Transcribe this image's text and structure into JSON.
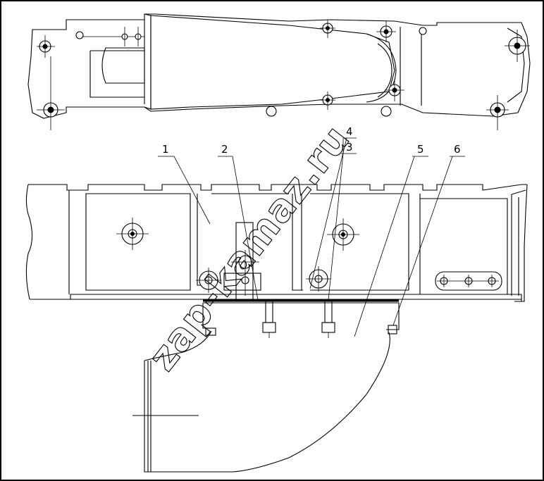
{
  "watermark": {
    "text": "zap-kamaz.ru"
  },
  "callouts": [
    {
      "label": "1"
    },
    {
      "label": "2"
    },
    {
      "label": "3"
    },
    {
      "label": "4"
    },
    {
      "label": "5"
    },
    {
      "label": "6"
    }
  ]
}
